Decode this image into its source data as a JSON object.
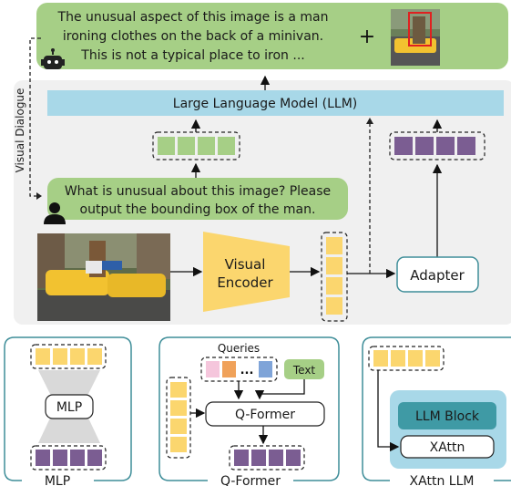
{
  "response": {
    "line1": "The unusual aspect of this image is a man",
    "line2": "ironing clothes on the back of a minivan.",
    "line3": "This is not a typical place to iron ...",
    "plus": "+"
  },
  "side_label": "Visual Dialogue",
  "llm": {
    "label": "Large Language Model (LLM)"
  },
  "question": {
    "line1": "What is unusual about this image? Please",
    "line2": "output the bounding box of the man."
  },
  "encoder": {
    "line1": "Visual",
    "line2": "Encoder"
  },
  "adapter": {
    "label": "Adapter"
  },
  "panels": {
    "mlp": {
      "block": "MLP",
      "caption": "MLP"
    },
    "qformer": {
      "queries": "Queries",
      "text": "Text",
      "ellipsis": "...",
      "block": "Q-Former",
      "caption": "Q-Former"
    },
    "xattn": {
      "block": "LLM Block",
      "inner": "XAttn",
      "caption": "XAttn LLM"
    }
  },
  "colors": {
    "green": "#a6cf86",
    "yellow": "#fbd66e",
    "purple": "#7b5d92",
    "blue": "#a8d8e8",
    "teal_border": "#3f8e99",
    "trapezoid": "#fbd66e",
    "gray_panel": "#f0f0f0"
  },
  "icons": [
    "robot-icon",
    "person-icon"
  ]
}
